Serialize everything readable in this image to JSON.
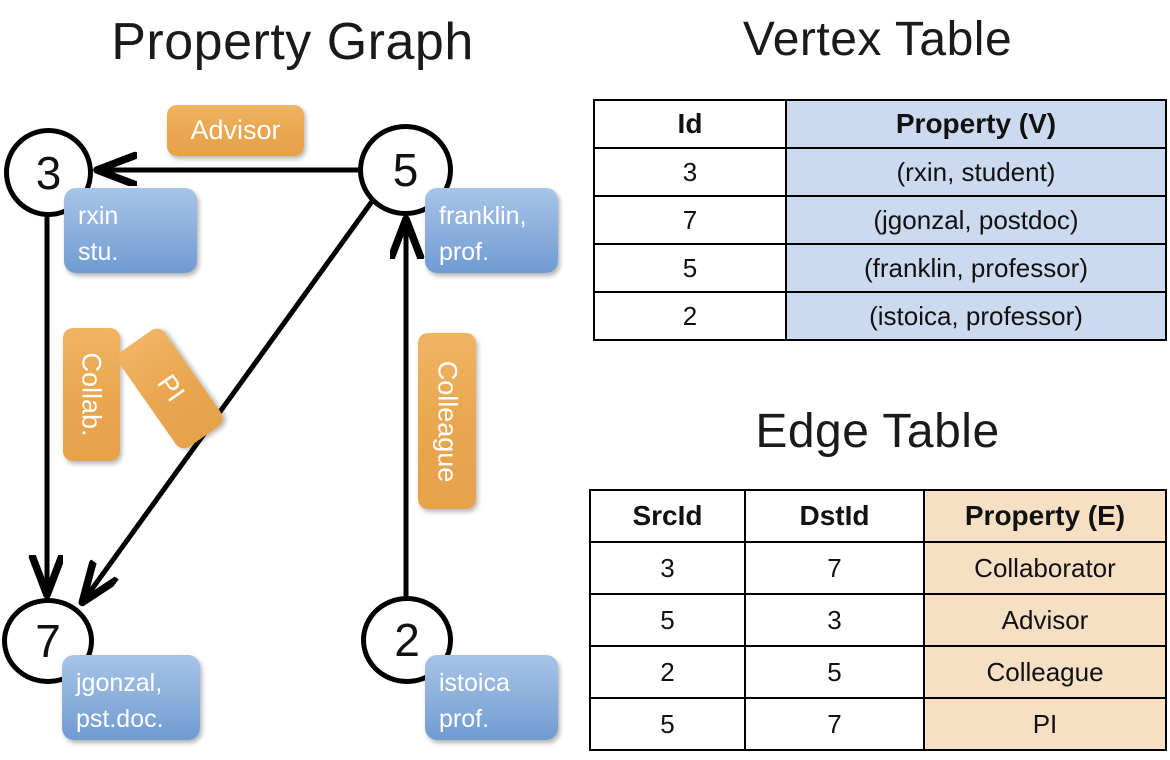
{
  "titles": {
    "property_graph": "Property Graph",
    "vertex_table": "Vertex Table",
    "edge_table": "Edge Table"
  },
  "colors": {
    "vertex_property_fill": "#ccdaef",
    "edge_property_fill": "#f7dfc4",
    "vertex_box_fill": "#8fb2dd",
    "edge_label_fill": "#eaa74f",
    "node_stroke": "#000000",
    "arrow_stroke": "#000000"
  },
  "graph": {
    "nodes": [
      {
        "id": "3",
        "label": "3",
        "property_lines": [
          "rxin",
          "stu."
        ]
      },
      {
        "id": "5",
        "label": "5",
        "property_lines": [
          "franklin,",
          "prof."
        ]
      },
      {
        "id": "7",
        "label": "7",
        "property_lines": [
          "jgonzal,",
          "pst.doc."
        ]
      },
      {
        "id": "2",
        "label": "2",
        "property_lines": [
          "istoica",
          "prof."
        ]
      }
    ],
    "edge_labels": [
      {
        "name": "advisor",
        "text": "Advisor",
        "orientation": "horizontal"
      },
      {
        "name": "collab",
        "text": "Collab.",
        "orientation": "vertical-cw"
      },
      {
        "name": "pi",
        "text": "PI",
        "orientation": "diagonal"
      },
      {
        "name": "colleague",
        "text": "Colleague",
        "orientation": "vertical-cw"
      }
    ],
    "edges": [
      {
        "src": "5",
        "dst": "3",
        "label": "Advisor"
      },
      {
        "src": "3",
        "dst": "7",
        "label": "Collab."
      },
      {
        "src": "5",
        "dst": "7",
        "label": "PI"
      },
      {
        "src": "2",
        "dst": "5",
        "label": "Colleague"
      }
    ]
  },
  "vertex_table": {
    "headers": [
      "Id",
      "Property (V)"
    ],
    "rows": [
      {
        "id": "3",
        "property": "(rxin, student)"
      },
      {
        "id": "7",
        "property": "(jgonzal, postdoc)"
      },
      {
        "id": "5",
        "property": "(franklin, professor)"
      },
      {
        "id": "2",
        "property": "(istoica, professor)"
      }
    ]
  },
  "edge_table": {
    "headers": [
      "SrcId",
      "DstId",
      "Property (E)"
    ],
    "rows": [
      {
        "src": "3",
        "dst": "7",
        "property": "Collaborator"
      },
      {
        "src": "5",
        "dst": "3",
        "property": "Advisor"
      },
      {
        "src": "2",
        "dst": "5",
        "property": "Colleague"
      },
      {
        "src": "5",
        "dst": "7",
        "property": "PI"
      }
    ]
  }
}
